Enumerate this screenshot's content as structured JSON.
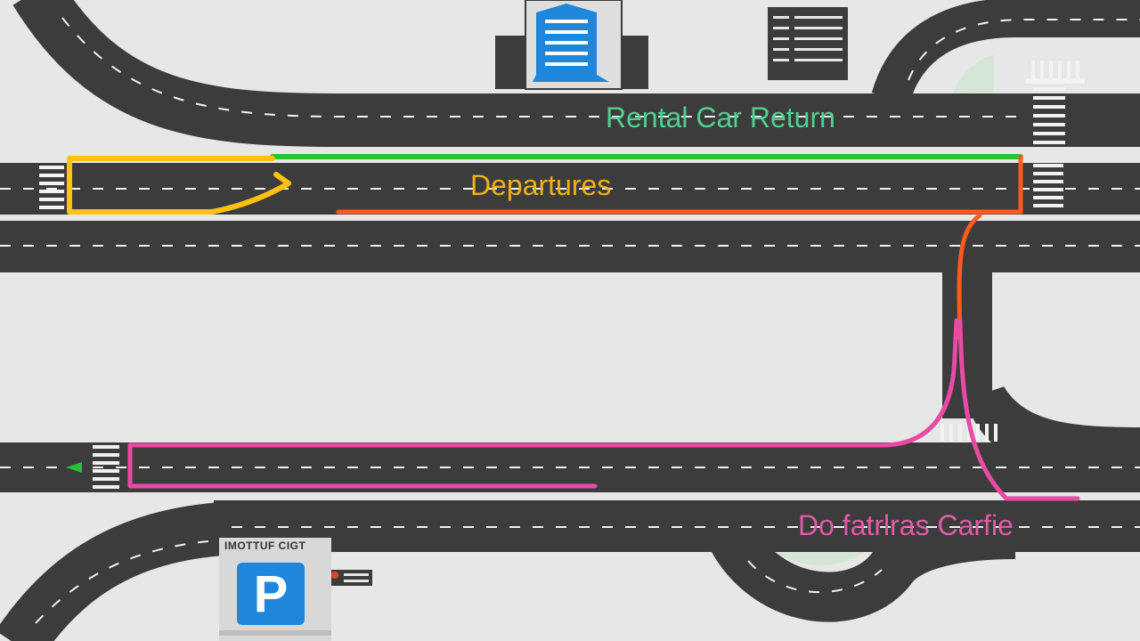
{
  "labels": {
    "rental_car_return": "Rental Car Return",
    "departures": "Departures",
    "departures_carline": "Do fatrlras Carfie",
    "parking_sign_text": "IMOTTUF CIGT",
    "parking_symbol": "P"
  },
  "colors": {
    "background": "#e7e7e7",
    "road": "#3c3c3c",
    "lane_marking": "#f2f2f2",
    "rental_car_return_route": "#28c23a",
    "departures_route": "#ff5a1f",
    "departures_loop": "#ffc20e",
    "departures_carline_route": "#e94aa4",
    "rental_label": "#52cf8f",
    "departures_label": "#f0b01a",
    "carline_label": "#e05aa8",
    "building_icon": "#1e86db",
    "parking_sign": "#1e86db"
  },
  "icons": [
    "terminal-building-icon",
    "parking-garage-icon",
    "crosswalk-icon",
    "parking-sign-icon"
  ]
}
